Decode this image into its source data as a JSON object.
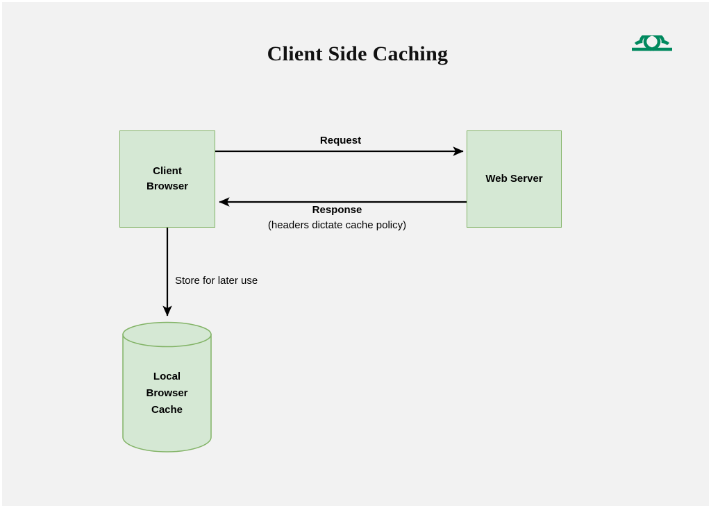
{
  "diagram": {
    "title": "Client Side Caching",
    "background_color": "#f2f2f2",
    "node_fill_color": "#d5e8d4",
    "node_border_color": "#82b366",
    "logo": {
      "name": "geeksforgeeks-logo",
      "color": "#00895e"
    },
    "nodes": [
      {
        "id": "client-browser",
        "shape": "rectangle",
        "label_line1": "Client",
        "label_line2": "Browser"
      },
      {
        "id": "web-server",
        "shape": "rectangle",
        "label": "Web Server"
      },
      {
        "id": "local-browser-cache",
        "shape": "cylinder",
        "label_line1": "Local",
        "label_line2": "Browser",
        "label_line3": "Cache"
      }
    ],
    "edges": [
      {
        "id": "request-edge",
        "from": "client-browser",
        "to": "web-server",
        "direction": "right",
        "label": "Request"
      },
      {
        "id": "response-edge",
        "from": "web-server",
        "to": "client-browser",
        "direction": "left",
        "label": "Response",
        "sublabel": "(headers dictate cache policy)"
      },
      {
        "id": "store-edge",
        "from": "client-browser",
        "to": "local-browser-cache",
        "direction": "down",
        "label": "Store for later use"
      }
    ]
  }
}
